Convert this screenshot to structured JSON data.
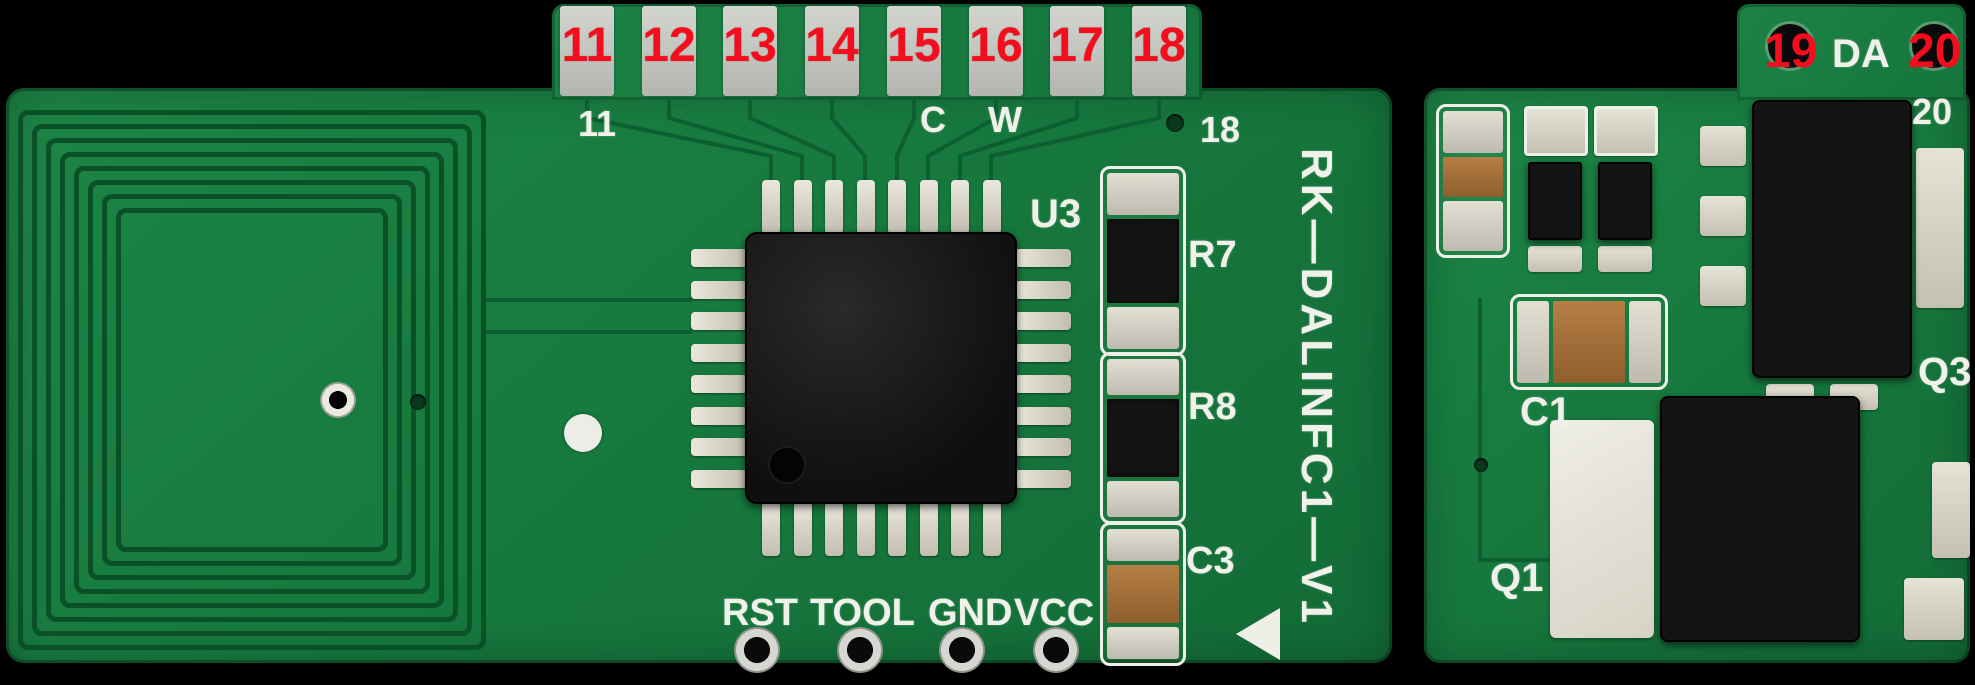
{
  "colors": {
    "board_green": "#177a3e",
    "annotation_red": "#f50d1e",
    "silkscreen_white": "#f0f1ea"
  },
  "annotations": {
    "top_pads": [
      "11",
      "12",
      "13",
      "14",
      "15",
      "16",
      "17",
      "18"
    ],
    "hole_19": "19",
    "hole_20": "20"
  },
  "silkscreen": {
    "pad11_label": "11",
    "c_label": "C",
    "w_label": "W",
    "pad18_label": "18",
    "ic_label": "U3",
    "r7_label": "R7",
    "r8_label": "R8",
    "c3_label": "C3",
    "rst_label": "RST",
    "tool_label": "TOOL",
    "gnd_label": "GND",
    "vcc_label": "VCC",
    "board_name": "RK—DALINFC1—V1",
    "c1_label": "C1",
    "q1_label": "Q1",
    "q3_label": "Q3",
    "da_label": "DA",
    "pad20_label": "20"
  }
}
